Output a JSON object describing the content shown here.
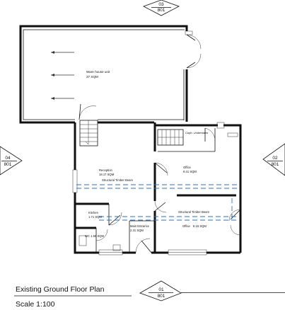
{
  "markers": {
    "top": {
      "num": "03",
      "sheet": "801"
    },
    "left": {
      "num": "04",
      "sheet": "801"
    },
    "right": {
      "num": "02",
      "sheet": "801"
    },
    "bottom": {
      "num": "01",
      "sheet": "801"
    }
  },
  "rooms": {
    "warehouse": {
      "name": "Ware house unit",
      "area": "37 SQM"
    },
    "cupb": {
      "name": "Cupb. Understairs"
    },
    "office1": {
      "name": "Office",
      "area": "9.41 SQM"
    },
    "reception": {
      "name": "Reception",
      "area": "18.17 SQM"
    },
    "beam1": {
      "name": "Structural Timber Beam"
    },
    "kitchen": {
      "name": "Kitchen",
      "area": "1.71 SQM"
    },
    "beam2": {
      "name": "Structural Timber Beam"
    },
    "office2": {
      "name": "Office",
      "area": "8.15 SQM"
    },
    "wc": {
      "name": "WC 1.56 SQM"
    },
    "entrance": {
      "name": "Main Entrance",
      "area": "2.31 SQM"
    }
  },
  "title": "Existing Ground Floor Plan",
  "scale": "Scale 1:100",
  "colors": {
    "beam": "#2a6fd6",
    "line": "#111111"
  }
}
